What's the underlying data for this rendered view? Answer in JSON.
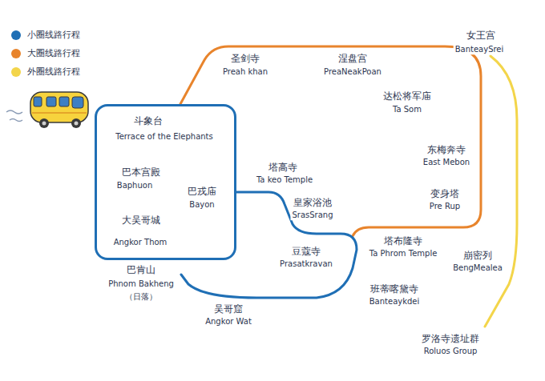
{
  "diagram": {
    "nodes": [
      {
        "text": [
          "大吴哥城",
          "Angkor Thom"
        ]
      }
    ],
    "labels": [
      "斗象台",
      "Terrace of the Elephants",
      "巴本宫殿",
      "Baphuon",
      "巴戎庙",
      "Bayon",
      "圣剑寺",
      "Preah khan",
      "涅盘宫",
      "PreaNeakPoan",
      "女王宫",
      "BanteaySrei",
      "达松将军庙",
      "Ta Som",
      "东梅奔寺",
      "East Mebon",
      "变身塔",
      "Pre Rup",
      "塔高寺",
      "Ta keo Temple",
      "皇家浴池",
      "SrasSrang",
      "塔布隆寺",
      "Ta Phrom Temple",
      "崩密列",
      "BengMealea",
      "豆蔻寺",
      "Prasatkravan",
      "班蒂喀黛寺",
      "Banteaykdei",
      "巴肯山",
      "Phnom Bakheng",
      "（日落）",
      "吴哥窟",
      "Angkor Wat",
      "罗洛寺遗址群",
      "Roluos Group"
    ],
    "legend": [
      {
        "text": "小圈线路行程",
        "color": "#1f6fb5"
      },
      {
        "text": "大圈线路行程",
        "color": "#e8842c"
      },
      {
        "text": "外圈线路行程",
        "color": "#f3d54a"
      }
    ]
  }
}
